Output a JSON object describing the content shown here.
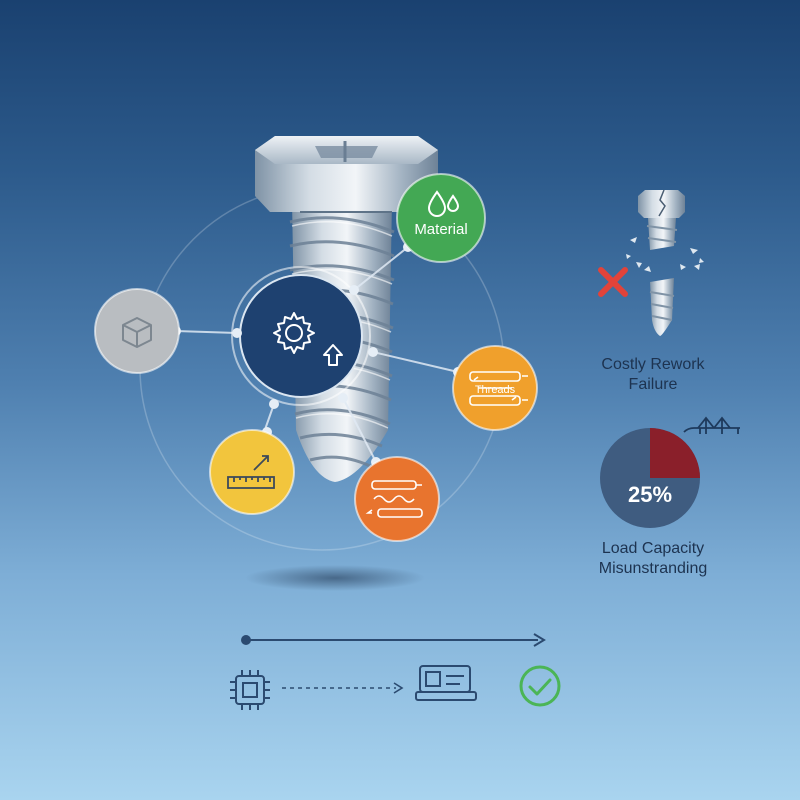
{
  "hub": {
    "icon": "gear-upgrade-icon"
  },
  "factors": [
    {
      "id": "material",
      "label": "Material",
      "icon": "water-drops-icon",
      "color": "#43a854"
    },
    {
      "id": "geometry",
      "label": "",
      "icon": "cube-icon",
      "color": "#b9bdc1"
    },
    {
      "id": "thread",
      "label": "Threads",
      "icon": "thread-arrows-icon",
      "color": "#f0a02c"
    },
    {
      "id": "measurement",
      "label": "",
      "icon": "ruler-arrow-icon",
      "color": "#f2c53d"
    },
    {
      "id": "torque",
      "label": "",
      "icon": "torque-flow-icon",
      "color": "#e8742e"
    }
  ],
  "failure": {
    "title_line1": "Costly Rework",
    "title_line2": "Failure",
    "icon": "broken-screw-icon",
    "marker_icon": "red-x-icon",
    "marker_color": "#e2433a"
  },
  "load": {
    "value_label": "25%",
    "percent": 25,
    "slice_color": "#8a1f2a",
    "base_color": "#3f5c80",
    "caption_line1": "Load Capacity",
    "caption_line2": "Misunstranding",
    "icon": "bridge-icon"
  },
  "process": {
    "steps": [
      {
        "icon": "chip-icon"
      },
      {
        "icon": "machine-icon"
      },
      {
        "icon": "check-circle-icon",
        "color": "#4bb556"
      }
    ]
  }
}
